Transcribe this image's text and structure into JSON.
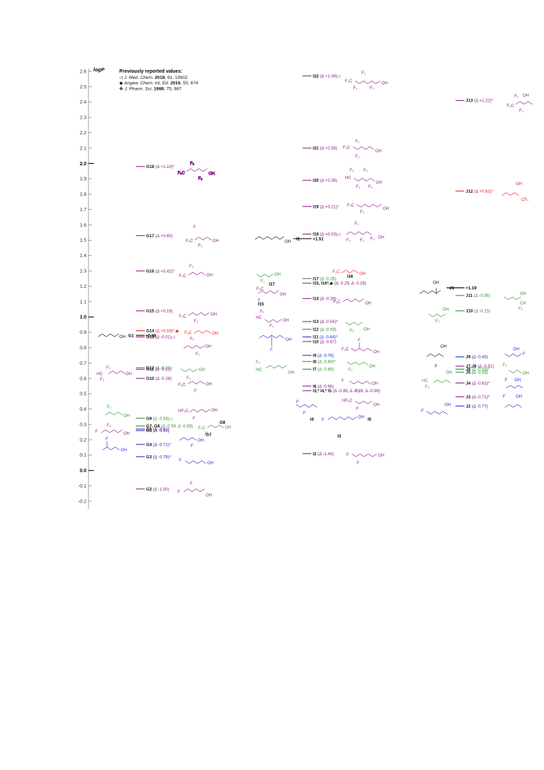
{
  "axis": {
    "label": "logP",
    "ticks": [
      "2.6",
      "2.5",
      "2.4",
      "2.3",
      "2.2",
      "2.1",
      "2.0",
      "1.9",
      "1.8",
      "1.7",
      "1.6",
      "1.5",
      "1.4",
      "1.3",
      "1.2",
      "1.1",
      "1.0",
      "0.9",
      "0.8",
      "0.7",
      "0.6",
      "0.5",
      "0.4",
      "0.3",
      "0.2",
      "0.1",
      "0.0",
      "-0.1",
      "-0.2"
    ],
    "bold_ticks": [
      "2.0",
      "1.0",
      "0.0"
    ],
    "min": -0.2,
    "max": 2.6
  },
  "legend": {
    "heading": "Previously reported values:",
    "refs": [
      {
        "symbol": "◁",
        "journal": "J. Med. Chem.",
        "year": "2018",
        "rest": ", 61, 10602"
      },
      {
        "symbol": "◆",
        "journal": "Angew. Chem. Int. Ed.",
        "year": "2016",
        "rest": ", 55, 674"
      },
      {
        "symbol": "✤",
        "journal": "J. Pharm. Sci.",
        "year": "1988",
        "rest": ", 75, 987"
      }
    ]
  },
  "colors": {
    "purple": "#8b1a89",
    "green": "#2f8f2f",
    "blue": "#1f2fd0",
    "red": "#e8231e",
    "black": "#111111",
    "gray": "#9a9a9a"
  },
  "chart_data": {
    "type": "scatter",
    "ylabel": "logP",
    "ylim": [
      -0.2,
      2.6
    ],
    "reference_values": [
      {
        "id": "G1",
        "logP": 0.88,
        "label": "+0.88"
      },
      {
        "id": "I1",
        "logP": 1.51,
        "label": "+1.51"
      },
      {
        "id": "J1",
        "logP": 1.19,
        "label": "+1.19"
      }
    ],
    "series_G": [
      {
        "id": "G18",
        "delta": "(Δ +1.10)*",
        "logP": 1.98,
        "color": "purple"
      },
      {
        "id": "G17",
        "delta": "(Δ +0.65)",
        "logP": 1.53,
        "color": "purple"
      },
      {
        "id": "G16",
        "delta": "(Δ +0.42)*",
        "logP": 1.3,
        "color": "purple"
      },
      {
        "id": "G15",
        "delta": "(Δ +0.16)",
        "logP": 1.04,
        "color": "purple"
      },
      {
        "id": "G14",
        "delta": "(Δ +0.03)*,◆",
        "logP": 0.91,
        "color": "red"
      },
      {
        "id": "G13",
        "delta": "(Δ -0.01)◁",
        "logP": 0.87,
        "color": "purple"
      },
      {
        "id": "G12",
        "delta": "(Δ -0.21)",
        "logP": 0.67,
        "color": "green"
      },
      {
        "id": "G11",
        "delta": "(Δ -0.22)",
        "logP": 0.66,
        "color": "purple"
      },
      {
        "id": "G10",
        "delta": "(Δ -0.28)",
        "logP": 0.6,
        "color": "purple"
      },
      {
        "id": "G9",
        "delta": "(Δ -0.54)◁",
        "logP": 0.34,
        "color": "green"
      },
      {
        "id": "G7, G8",
        "delta": "(Δ -0.59, Δ -0.59)",
        "logP": 0.29,
        "color": "green"
      },
      {
        "id": "G6",
        "delta": "(Δ -0.61)",
        "logP": 0.27,
        "color": "purple"
      },
      {
        "id": "G5",
        "delta": "(Δ -0.62)",
        "logP": 0.26,
        "color": "blue"
      },
      {
        "id": "G4",
        "delta": "(Δ -0.71)*",
        "logP": 0.17,
        "color": "blue"
      },
      {
        "id": "G3",
        "delta": "(Δ -0.79)*",
        "logP": 0.09,
        "color": "blue"
      },
      {
        "id": "G2",
        "delta": "(Δ -1.00)",
        "logP": -0.12,
        "color": "purple"
      }
    ],
    "series_I": [
      {
        "id": "I22",
        "delta": "(Δ +1.06)◁",
        "logP": 2.57,
        "color": "purple"
      },
      {
        "id": "I21",
        "delta": "(Δ +0.59)",
        "logP": 2.1,
        "color": "purple"
      },
      {
        "id": "I20",
        "delta": "(Δ +0.38)",
        "logP": 1.89,
        "color": "purple"
      },
      {
        "id": "I19",
        "delta": "(Δ +0.21)*",
        "logP": 1.72,
        "color": "purple"
      },
      {
        "id": "I18",
        "delta": "(Δ +0.03)◁",
        "logP": 1.54,
        "color": "purple"
      },
      {
        "id": "I17",
        "delta": "(Δ -0.26)",
        "logP": 1.25,
        "color": "green"
      },
      {
        "id": "I15, I16*,◆",
        "delta": "(Δ -0.29, Δ -0.29)",
        "logP": 1.22,
        "color": "purple"
      },
      {
        "id": "I14",
        "delta": "(Δ -0.39)",
        "logP": 1.12,
        "color": "purple"
      },
      {
        "id": "I13",
        "delta": "(Δ -0.54)*",
        "logP": 0.97,
        "color": "purple"
      },
      {
        "id": "I12",
        "delta": "(Δ -0.59)",
        "logP": 0.92,
        "color": "green"
      },
      {
        "id": "I11",
        "delta": "(Δ -0.64)*",
        "logP": 0.87,
        "color": "blue"
      },
      {
        "id": "I10",
        "delta": "(Δ -0.67)",
        "logP": 0.84,
        "color": "purple"
      },
      {
        "id": "I9",
        "delta": "(Δ -0.76)",
        "logP": 0.75,
        "color": "blue"
      },
      {
        "id": "I8",
        "delta": "(Δ -0.80)*",
        "logP": 0.71,
        "color": "green"
      },
      {
        "id": "I7",
        "delta": "(Δ -0.85)",
        "logP": 0.66,
        "color": "green"
      },
      {
        "id": "I6",
        "delta": "(Δ -0.96)",
        "logP": 0.55,
        "color": "purple"
      },
      {
        "id": "I3,* I4,* I5",
        "delta": "(Δ -0.99, Δ -0.99, Δ -0.99)",
        "logP": 0.52,
        "color": "purple"
      },
      {
        "id": "I2",
        "delta": "(Δ -1.40)",
        "logP": 0.11,
        "color": "purple"
      }
    ],
    "series_J": [
      {
        "id": "J13",
        "delta": "(Δ +1.22)*",
        "logP": 2.41,
        "color": "purple"
      },
      {
        "id": "J12",
        "delta": "(Δ +0.63)*",
        "logP": 1.82,
        "color": "red"
      },
      {
        "id": "J11",
        "delta": "(Δ -0.05)",
        "logP": 1.14,
        "color": "green"
      },
      {
        "id": "J10",
        "delta": "(Δ -0.15)",
        "logP": 1.04,
        "color": "green"
      },
      {
        "id": "J9",
        "delta": "(Δ -0.45)",
        "logP": 0.74,
        "color": "blue"
      },
      {
        "id": "J7,J8",
        "delta": "(Δ -0.51)",
        "logP": 0.68,
        "color": "purple"
      },
      {
        "id": "J6",
        "delta": "(Δ -0.53)*",
        "logP": 0.66,
        "color": "green"
      },
      {
        "id": "J5",
        "delta": "(Δ -0.55)",
        "logP": 0.64,
        "color": "green"
      },
      {
        "id": "J4",
        "delta": "(Δ -0.62)*",
        "logP": 0.57,
        "color": "purple"
      },
      {
        "id": "J3",
        "delta": "(Δ -0.71)*",
        "logP": 0.48,
        "color": "purple"
      },
      {
        "id": "J2",
        "delta": "(Δ -0.77)",
        "logP": 0.42,
        "color": "blue"
      }
    ],
    "structure_labels": [
      {
        "id": "G8",
        "logP": 0.35
      },
      {
        "id": "G7",
        "logP": 0.27
      },
      {
        "id": "I17",
        "logP": 1.25
      },
      {
        "id": "I15",
        "logP": 1.12
      },
      {
        "id": "I16",
        "logP": 1.3
      },
      {
        "id": "I4",
        "logP": 0.37
      },
      {
        "id": "I5",
        "logP": 0.37
      },
      {
        "id": "I3",
        "logP": 0.26
      }
    ]
  }
}
